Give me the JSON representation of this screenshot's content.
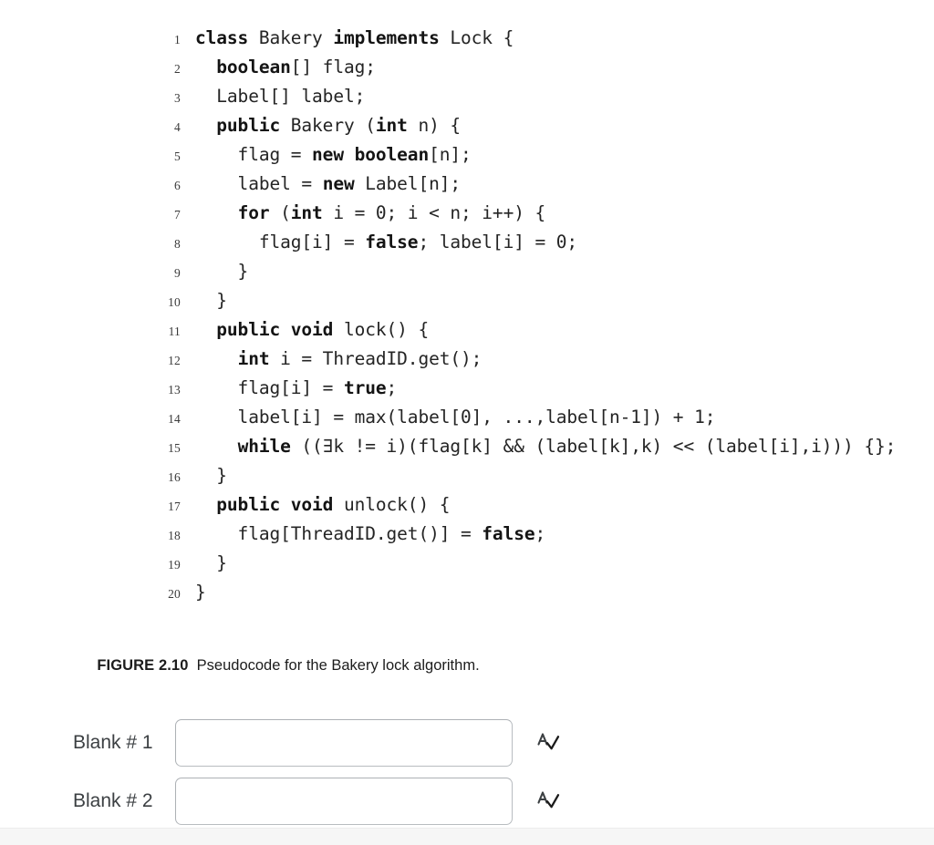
{
  "figure": {
    "caption_label": "FIGURE 2.10",
    "caption_text": "  Pseudocode for the Bakery lock algorithm.",
    "code_lines": [
      {
        "num": "1",
        "indent": 0,
        "html": "<b>class</b> Bakery <b>implements</b> Lock {"
      },
      {
        "num": "2",
        "indent": 1,
        "html": "<b>boolean</b>[] flag;"
      },
      {
        "num": "3",
        "indent": 1,
        "html": "Label[] label;"
      },
      {
        "num": "4",
        "indent": 1,
        "html": "<b>public</b> Bakery (<b>int</b> n) {"
      },
      {
        "num": "5",
        "indent": 2,
        "html": "flag = <b>new boolean</b>[n];"
      },
      {
        "num": "6",
        "indent": 2,
        "html": "label = <b>new</b> Label[n];"
      },
      {
        "num": "7",
        "indent": 2,
        "html": "<b>for</b> (<b>int</b> i = 0; i &lt; n; i++) {"
      },
      {
        "num": "8",
        "indent": 3,
        "html": "flag[i] = <b>false</b>; label[i] = 0;"
      },
      {
        "num": "9",
        "indent": 2,
        "html": "}"
      },
      {
        "num": "10",
        "indent": 1,
        "html": "}"
      },
      {
        "num": "11",
        "indent": 1,
        "html": "<b>public void</b> lock() {"
      },
      {
        "num": "12",
        "indent": 2,
        "html": "<b>int</b> i = ThreadID.get();"
      },
      {
        "num": "13",
        "indent": 2,
        "html": "flag[i] = <b>true</b>;"
      },
      {
        "num": "14",
        "indent": 2,
        "html": "label[i] = max(label[0], ...,label[n-1]) + 1;"
      },
      {
        "num": "15",
        "indent": 2,
        "html": "<b>while</b> ((∃k != i)(flag[k] &amp;&amp; (label[k],k) &lt;&lt; (label[i],i))) {};"
      },
      {
        "num": "16",
        "indent": 1,
        "html": "}"
      },
      {
        "num": "17",
        "indent": 1,
        "html": "<b>public void</b> unlock() {"
      },
      {
        "num": "18",
        "indent": 2,
        "html": "flag[ThreadID.get()] = <b>false</b>;"
      },
      {
        "num": "19",
        "indent": 1,
        "html": "}"
      },
      {
        "num": "20",
        "indent": 0,
        "html": "}"
      }
    ]
  },
  "blanks": [
    {
      "label": "Blank # 1",
      "value": "",
      "placeholder": ""
    },
    {
      "label": "Blank # 2",
      "value": "",
      "placeholder": ""
    }
  ],
  "icons": {
    "spellcheck": "spellcheck-icon"
  },
  "colors": {
    "code_text": "#242424",
    "line_number": "#3a3a3a",
    "label_text": "#3c4043",
    "input_border": "#b8bcc0",
    "page_background": "#ffffff"
  }
}
